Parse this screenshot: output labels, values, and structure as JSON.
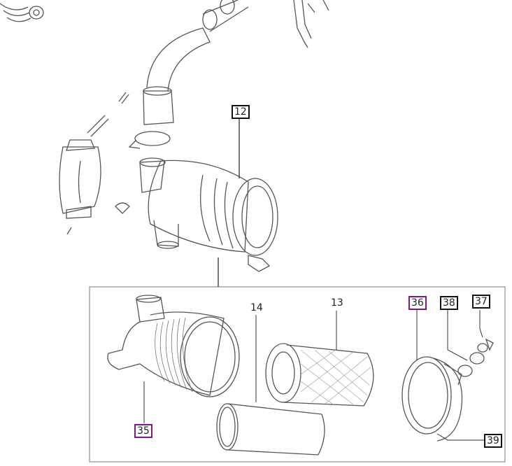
{
  "diagram": {
    "callouts": [
      {
        "id": "12",
        "style": "boxed"
      },
      {
        "id": "14",
        "style": "plain"
      },
      {
        "id": "13",
        "style": "plain"
      },
      {
        "id": "36",
        "style": "highlighted"
      },
      {
        "id": "38",
        "style": "boxed"
      },
      {
        "id": "37",
        "style": "boxed"
      },
      {
        "id": "35",
        "style": "highlighted"
      },
      {
        "id": "39",
        "style": "boxed"
      }
    ],
    "colors": {
      "stroke": "#555555",
      "box": "#111111",
      "highlight": "#7a1a80"
    }
  }
}
